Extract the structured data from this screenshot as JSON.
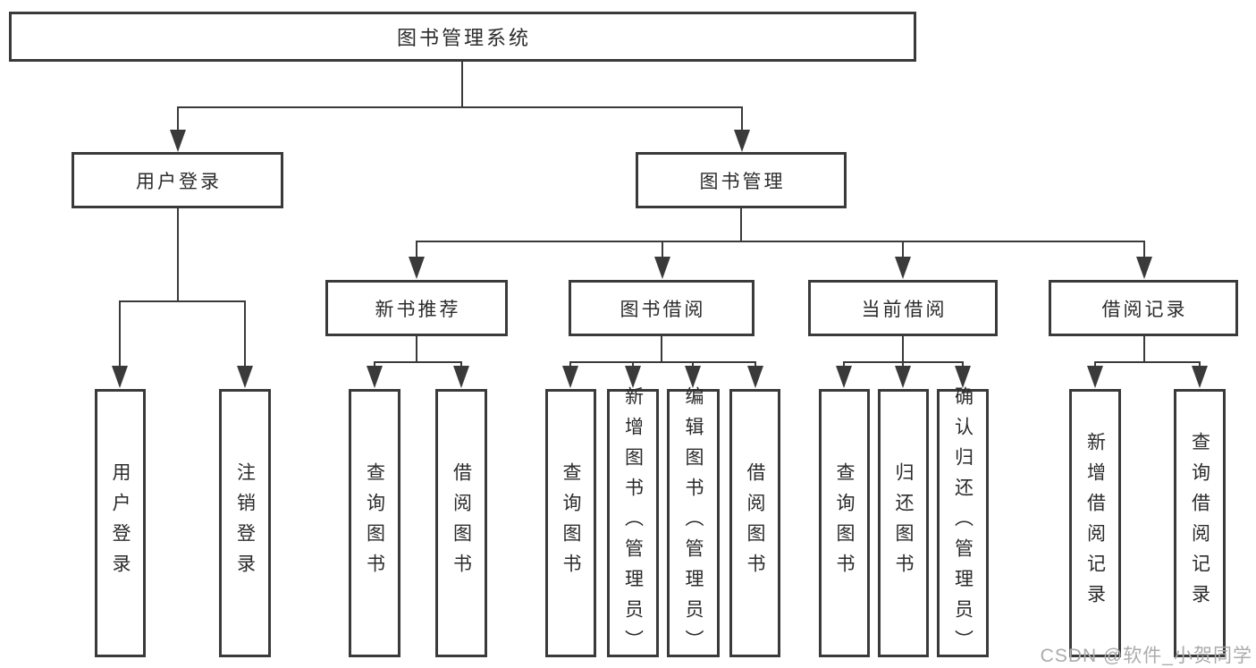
{
  "colors": {
    "line": "#3a3a3a",
    "text": "#2b2b2b",
    "watermark": "#ababab",
    "background": "#ffffff"
  },
  "watermark": "CSDN @软件_小贺同学",
  "diagram": {
    "root": {
      "label": "图书管理系统",
      "children": [
        {
          "label": "用户登录",
          "children": [
            {
              "label": "用户登录"
            },
            {
              "label": "注销登录"
            }
          ]
        },
        {
          "label": "图书管理",
          "children": [
            {
              "label": "新书推荐",
              "children": [
                {
                  "label": "查询图书"
                },
                {
                  "label": "借阅图书"
                }
              ]
            },
            {
              "label": "图书借阅",
              "children": [
                {
                  "label": "查询图书"
                },
                {
                  "label": "新增图书（管理员）"
                },
                {
                  "label": "编辑图书（管理员）"
                },
                {
                  "label": "借阅图书"
                }
              ]
            },
            {
              "label": "当前借阅",
              "children": [
                {
                  "label": "查询图书"
                },
                {
                  "label": "归还图书"
                },
                {
                  "label": "确认归还（管理员）"
                }
              ]
            },
            {
              "label": "借阅记录",
              "children": [
                {
                  "label": "新增借阅记录"
                },
                {
                  "label": "查询借阅记录"
                }
              ]
            }
          ]
        }
      ]
    }
  }
}
